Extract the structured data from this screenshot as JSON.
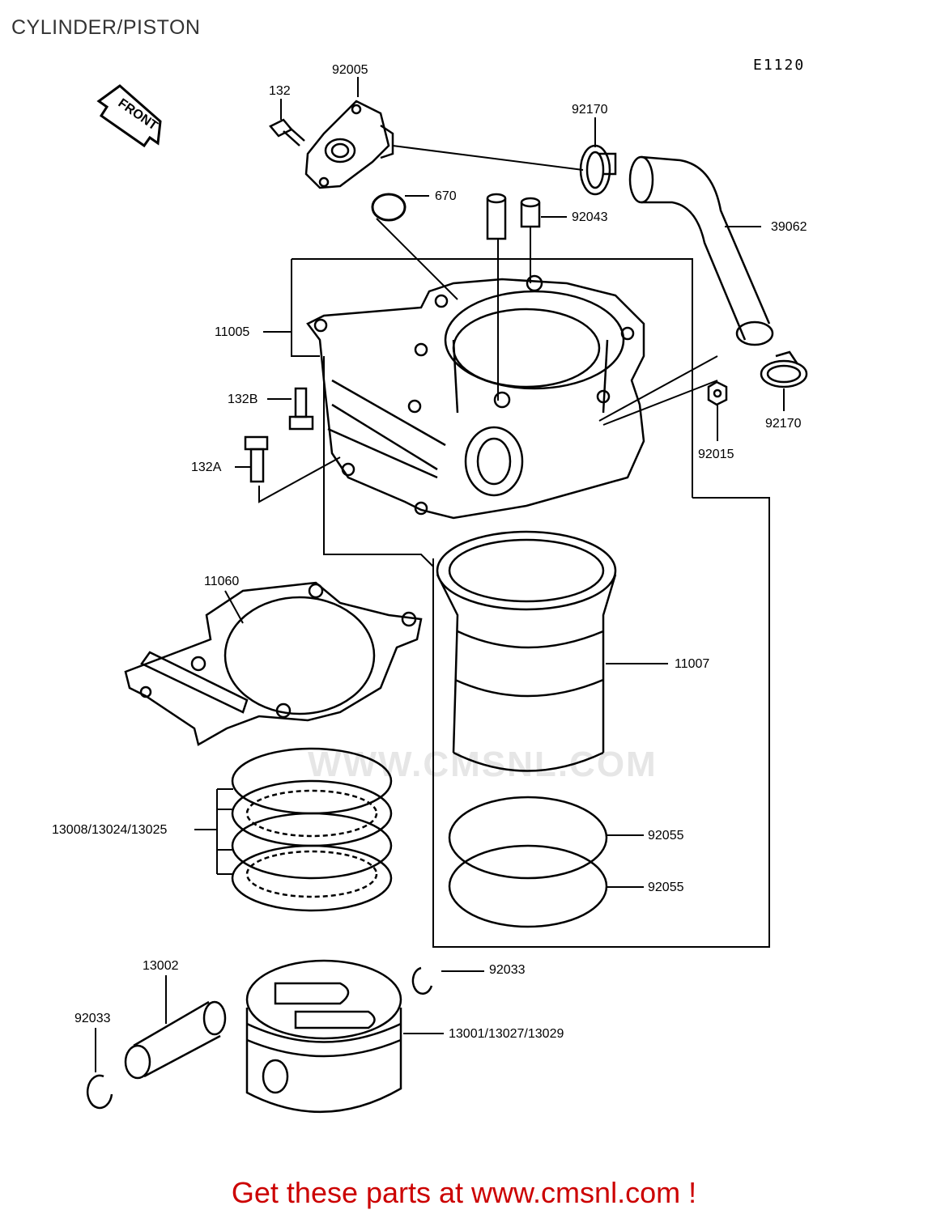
{
  "title": "CYLINDER/PISTON",
  "diagram_code": "E1120",
  "front_arrow": "FRONT",
  "watermark": "WWW.CMSNL.COM",
  "footer": "Get these parts at www.cmsnl.com !",
  "colors": {
    "footer": "#cc0000",
    "line": "#000000",
    "watermark": "#e6e6e6"
  },
  "parts": {
    "p92005": "92005",
    "p132": "132",
    "p92170_top": "92170",
    "p670": "670",
    "p92043": "92043",
    "p39062": "39062",
    "p11005": "11005",
    "p132b": "132B",
    "p132a": "132A",
    "p92015": "92015",
    "p92170_right": "92170",
    "p11060": "11060",
    "p11007": "11007",
    "p13008": "13008/13024/13025",
    "p92055_a": "92055",
    "p92055_b": "92055",
    "p13002": "13002",
    "p92033_right": "92033",
    "p92033_left": "92033",
    "p13001": "13001/13027/13029"
  }
}
